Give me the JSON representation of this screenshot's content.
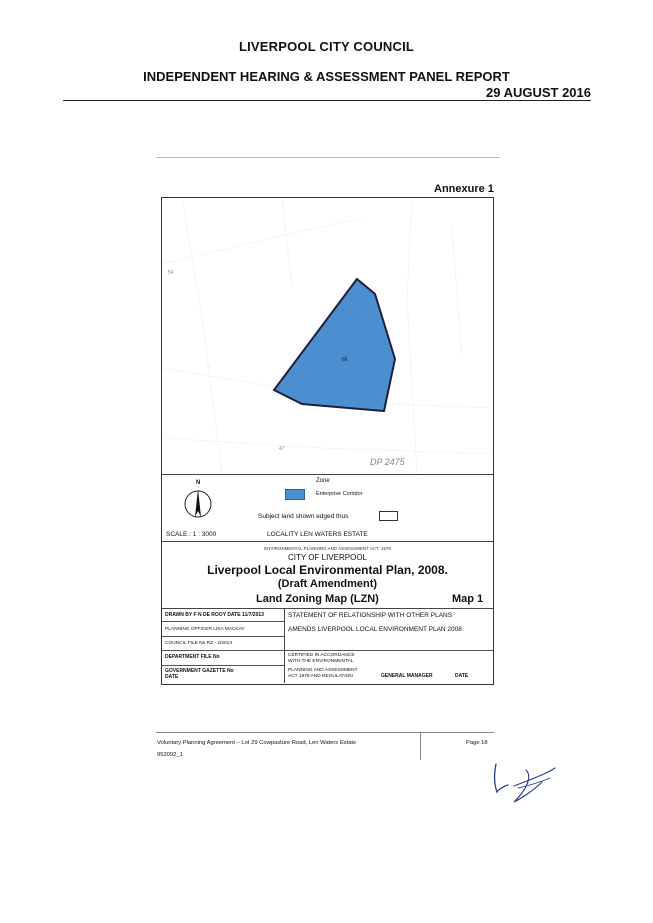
{
  "header": {
    "council": "LIVERPOOL CITY COUNCIL",
    "report": "INDEPENDENT HEARING & ASSESSMENT PANEL REPORT",
    "date": "29 AUGUST 2016"
  },
  "annexure": "Annexure 1",
  "map": {
    "lot_label": "66",
    "dp_label": "DP 2475",
    "small_labels": [
      "54",
      "47"
    ]
  },
  "legend": {
    "north": "N",
    "zone_title": "Zone",
    "zone_item": "Enterprise Corridor",
    "zone_color": "#4b8fd1",
    "subject_text": "Subject land shown edged thus",
    "scale": "SCALE :    1 : 3000",
    "locality": "LOCALITY   LEN WATERS ESTATE"
  },
  "title_block": {
    "act": "ENVIRONMENTAL PLANNING AND ASSESSMENT ACT, 1979",
    "city": "CITY OF LIVERPOOL",
    "plan": "Liverpool Local Environmental Plan, 2008.",
    "draft": "(Draft Amendment)",
    "map_name": "Land Zoning Map (LZN)",
    "map_no": "Map 1"
  },
  "details": {
    "drawn_by": "DRAWN BY   F N DE ROOY    DATE  11/7/2013",
    "planning_officer": "PLANNING OFFICER    LISA MACKAY",
    "council_file": "COUNCIL FILE No   RZ - 2/2013",
    "department_file": "DEPARTMENT FILE No",
    "gazette": "GOVERNMENT GAZETTE No",
    "gazette_date": "DATE",
    "statement": "STATEMENT OF RELATIONSHIP WITH OTHER PLANS",
    "amends": "AMENDS LIVERPOOL LOCAL ENVIRONMENT PLAN 2008",
    "certified_1": "CERTIFIED IN ACCORDANCE",
    "certified_2": "WITH THE ENVIRONMENTAL",
    "certified_3": "PLANNING AND ASSESSMENT",
    "certified_4": "ACT 1979 AND REGULATION",
    "general_manager": "GENERAL MANAGER",
    "date": "DATE"
  },
  "footer": {
    "text": "Voluntary Planning Agreement – Lot 29 Cowpasture Road, Len Waters Estate",
    "doc_id": "952092_1",
    "page": "Page 18"
  }
}
